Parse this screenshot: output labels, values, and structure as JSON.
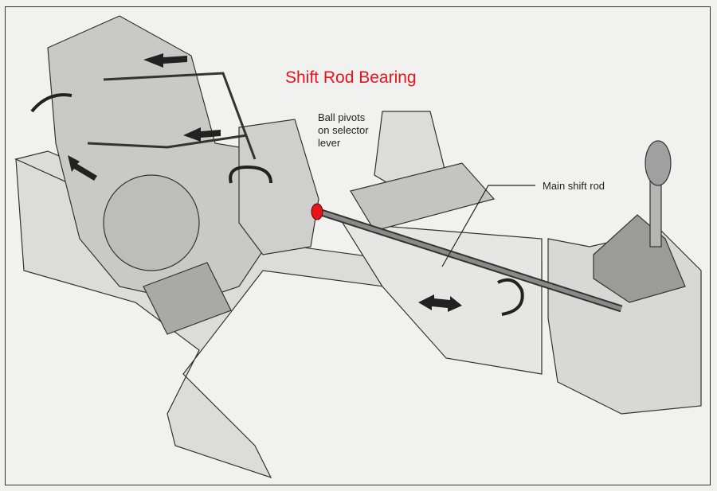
{
  "title": "Shift Rod Bearing",
  "labels": {
    "ball_pivots_line1": "Ball pivots",
    "ball_pivots_line2": "on selector",
    "ball_pivots_line3": "lever",
    "main_shift_rod": "Main shift rod"
  },
  "colors": {
    "highlight": "#e8141c",
    "paper": "#f1f1f0",
    "ink": "#222222"
  }
}
